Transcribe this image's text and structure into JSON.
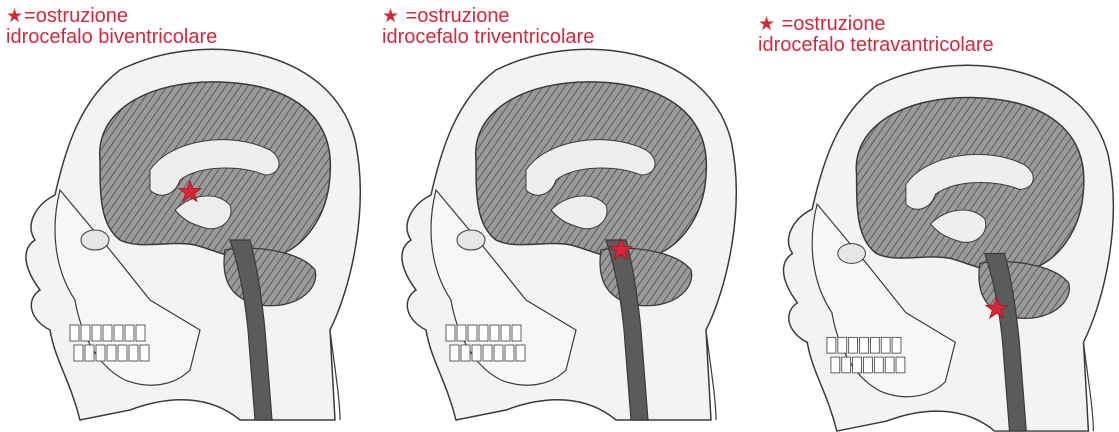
{
  "colors": {
    "marker": "#d8263a",
    "brain_fill": "#9a9a9a",
    "brain_dark": "#5b5b5b",
    "ventricle": "#eeeeee",
    "skull": "#f3f3f3",
    "line": "#3a3a3a"
  },
  "panels": [
    {
      "star_glyph": "★",
      "legend": "=ostruzione",
      "title": "idrocefalo biventricolare",
      "icon": "red-star-marker"
    },
    {
      "star_glyph": "★",
      "legend": " =ostruzione",
      "title": "idrocefalo triventricolare",
      "icon": "red-star-marker"
    },
    {
      "star_glyph": "★",
      "legend": " =ostruzione",
      "title": "idrocefalo tetravantricolare",
      "icon": "red-star-marker"
    }
  ]
}
